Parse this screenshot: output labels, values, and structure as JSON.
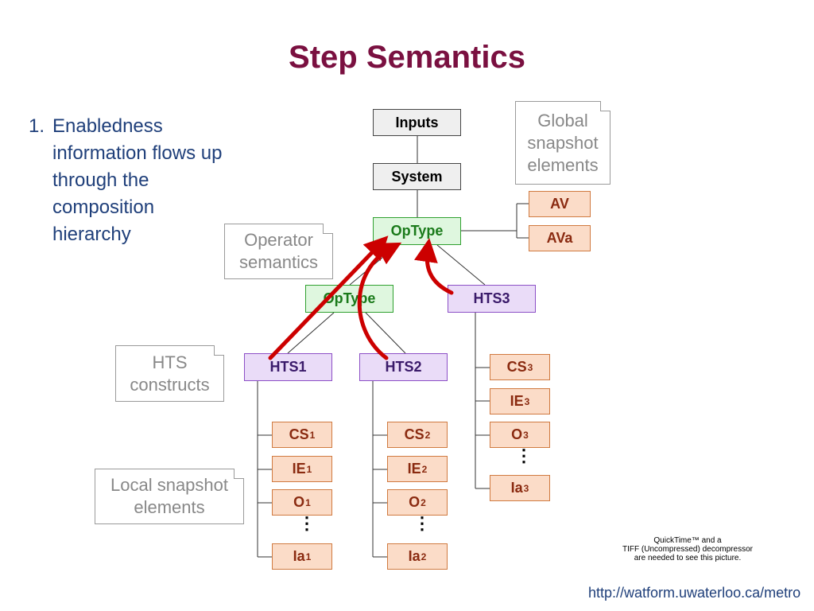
{
  "title": "Step Semantics",
  "bullet": {
    "number": "1.",
    "text": "Enabledness information flows up through the composition hierarchy"
  },
  "nodes": {
    "inputs": "Inputs",
    "system": "System",
    "optype_top": "OpType",
    "optype_mid": "OpType",
    "hts1": "HTS1",
    "hts2": "HTS2",
    "hts3": "HTS3",
    "av": "AV",
    "ava": "AVa",
    "cs1": "CS",
    "cs1_sub": "1",
    "ie1": "IE",
    "ie1_sub": "1",
    "o1": "O",
    "o1_sub": "1",
    "ia1": "Ia",
    "ia1_sub": "1",
    "cs2": "CS",
    "cs2_sub": "2",
    "ie2": "IE",
    "ie2_sub": "2",
    "o2": "O",
    "o2_sub": "2",
    "ia2": "Ia",
    "ia2_sub": "2",
    "cs3": "CS",
    "cs3_sub": "3",
    "ie3": "IE",
    "ie3_sub": "3",
    "o3": "O",
    "o3_sub": "3",
    "ia3": "Ia",
    "ia3_sub": "3"
  },
  "notes": {
    "global_snapshot": "Global snapshot elements",
    "operator_semantics": "Operator semantics",
    "hts_constructs": "HTS constructs",
    "local_snapshot": "Local snapshot elements"
  },
  "ellipsis": "⋮",
  "quicktime": {
    "line1": "QuickTime™ and a",
    "line2": "TIFF (Uncompressed) decompressor",
    "line3": "are needed to see this picture."
  },
  "url": "http://watform.uwaterloo.ca/metro",
  "colors": {
    "title": "#7a1040",
    "arrow": "#cc0000",
    "text_blue": "#1f3f7a"
  },
  "icons": [
    "arrow-enabledness-hts1",
    "arrow-enabledness-hts2",
    "arrow-enabledness-hts3"
  ]
}
